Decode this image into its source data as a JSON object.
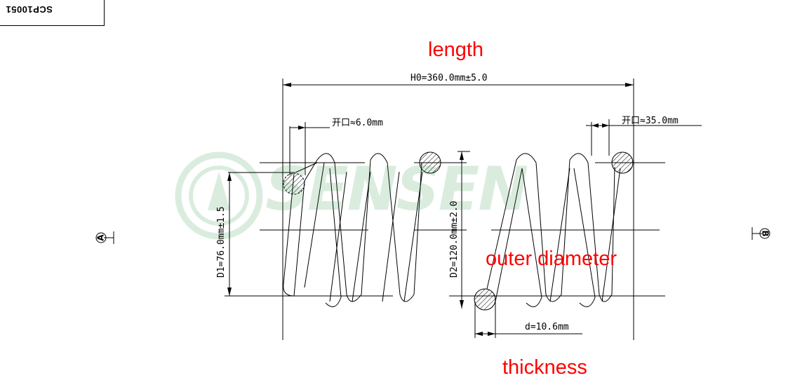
{
  "drawing": {
    "part_number": "SCP10051",
    "watermark_text": "SENSEN",
    "view_marks": {
      "left": "A",
      "right": "B"
    }
  },
  "dimensions": {
    "free_length": "H0=360.0mm±5.0",
    "left_gap": "开口≈6.0mm",
    "right_gap": "开口≈35.0mm",
    "d1": "D1=76.0mm±1.5",
    "d2": "D2=120.0mm±2.0",
    "wire_diameter": "d=10.6mm"
  },
  "annotations": {
    "length": "length",
    "outer_diameter": "outer diameter",
    "thickness": "thickness"
  },
  "colors": {
    "annotation": "#ff0000",
    "line": "#000000",
    "watermark": "#1f8c3a"
  }
}
